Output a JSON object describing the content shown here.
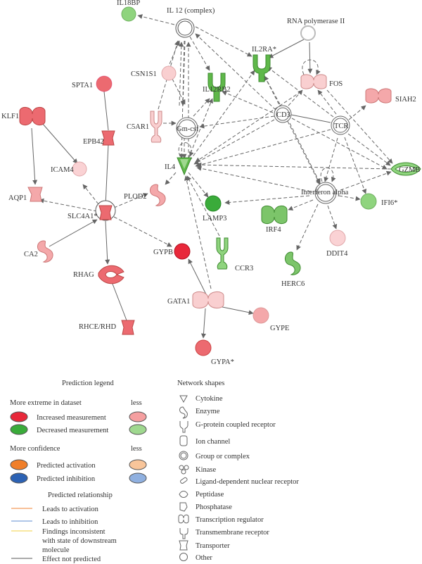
{
  "nodes": {
    "il18bp": "IL18BP",
    "il12": "IL 12 (complex)",
    "rnapol": "RNA polymerase II",
    "il2ra": "IL2RA*",
    "csn1s1": "CSN1S1",
    "il12rb2": "IL12RB2",
    "fos": "FOS",
    "siah2": "SIAH2",
    "spta1": "SPTA1",
    "c5ar1": "C5AR1",
    "cd3": "CD3",
    "gmcsf": "Gm-csf",
    "tcr": "TCR",
    "klf1": "KLF1",
    "epb42": "EPB42",
    "icam4": "ICAM4",
    "il4": "IL4",
    "gzmb": "GZMB",
    "aqp1": "AQP1",
    "plod2": "PLOD2",
    "ifna": "Interferon alpha",
    "slc4a1": "SLC4A1*",
    "lamp3": "LAMP3",
    "irf4": "IRF4",
    "ifi6": "IFI6*",
    "ca2": "CA2",
    "ddit4": "DDIT4",
    "gypb": "GYPB",
    "rhag": "RHAG",
    "ccr3": "CCR3",
    "herc6": "HERC6",
    "gata1": "GATA1",
    "gype": "GYPE",
    "rhce": "RHCE/RHD",
    "gypa": "GYPA*"
  },
  "legend": {
    "title": "Prediction legend",
    "extreme": "More extreme in dataset",
    "less": "less",
    "increased": "Increased measurement",
    "decreased": "Decreased measurement",
    "confidence": "More confidence",
    "activation": "Predicted activation",
    "inhibition": "Predicted inhibition",
    "relationship": "Predicted relationship",
    "leads_activation": "Leads to activation",
    "leads_inhibition": "Leads to inhibition",
    "inconsistent_1": "Findings inconsistent",
    "inconsistent_2": "with state of downstream",
    "inconsistent_3": "molecule",
    "not_predicted": "Effect not predicted"
  },
  "shapes": {
    "title": "Network shapes",
    "cytokine": "Cytokine",
    "enzyme": "Enzyme",
    "gpcr": "G-protein coupled receptor",
    "ion": "Ion channel",
    "group": "Group or complex",
    "kinase": "Kinase",
    "ligand": "Ligand-dependent nuclear receptor",
    "peptidase": "Peptidase",
    "phosphatase": "Phosphatase",
    "transcription": "Transcription regulator",
    "transmembrane": "Transmembrane receptor",
    "transporter": "Transporter",
    "other": "Other"
  },
  "colors": {
    "increased_strong": "#e8283a",
    "increased_light": "#f59fa0",
    "decreased_strong": "#3aab3a",
    "decreased_light": "#9fd88f",
    "activation_strong": "#f07f2a",
    "activation_light": "#f8c59a",
    "inhibition_strong": "#2c62b4",
    "inhibition_light": "#8fb0e0",
    "line_activation": "#f08030",
    "line_inhibition": "#5f8ed0",
    "line_inconsistent": "#f0d040",
    "line_not_predicted": "#555555"
  }
}
